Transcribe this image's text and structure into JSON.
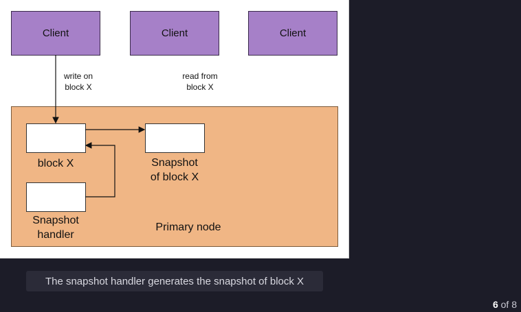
{
  "diagram": {
    "clients": [
      "Client",
      "Client",
      "Client"
    ],
    "write_label": "write on\nblock X",
    "read_label": "read from\nblock X",
    "block_label": "block X",
    "snapshot_label": "Snapshot\nof block X",
    "handler_label": "Snapshot\nhandler",
    "node_label": "Primary node"
  },
  "caption": "The snapshot handler generates the snapshot of block X",
  "pager": {
    "current": "6",
    "of": "of",
    "total": "8"
  },
  "colors": {
    "client": "#a680c8",
    "node": "#f0b685",
    "background": "#1c1c28"
  }
}
